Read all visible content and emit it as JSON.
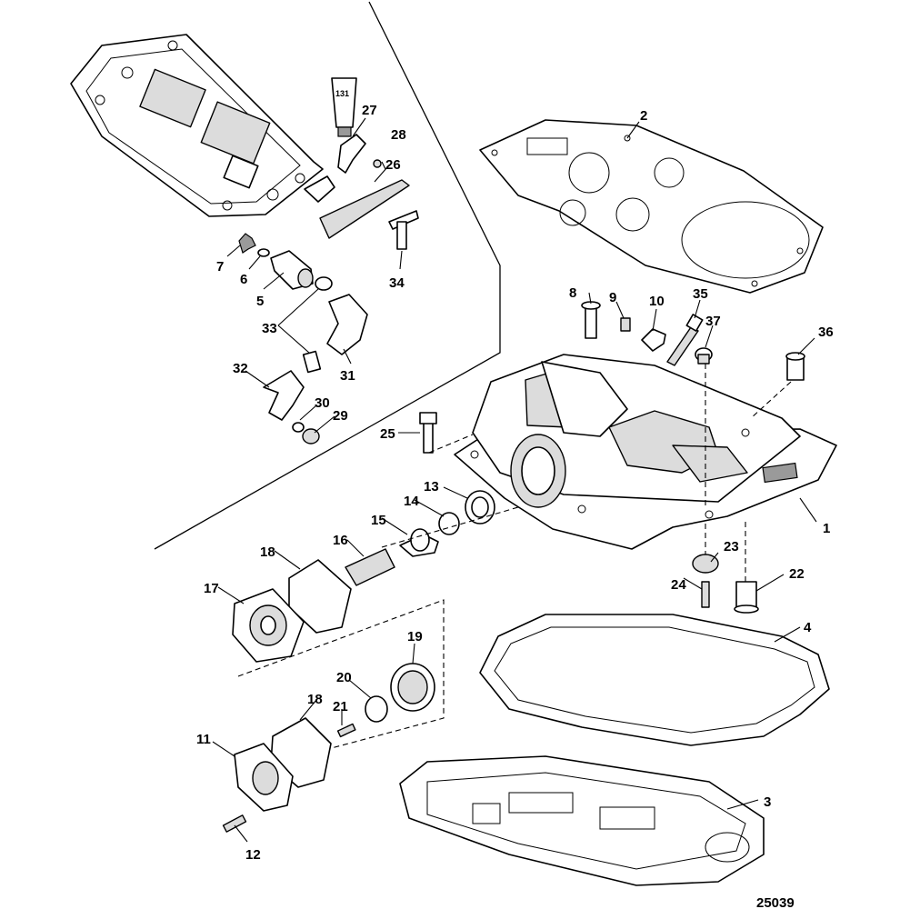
{
  "callouts": [
    {
      "id": "c1",
      "text": "1"
    },
    {
      "id": "c2",
      "text": "2"
    },
    {
      "id": "c3",
      "text": "3"
    },
    {
      "id": "c4",
      "text": "4"
    },
    {
      "id": "c5",
      "text": "5"
    },
    {
      "id": "c6",
      "text": "6"
    },
    {
      "id": "c7",
      "text": "7"
    },
    {
      "id": "c8",
      "text": "8"
    },
    {
      "id": "c9",
      "text": "9"
    },
    {
      "id": "c10",
      "text": "10"
    },
    {
      "id": "c11",
      "text": "11"
    },
    {
      "id": "c12",
      "text": "12"
    },
    {
      "id": "c13",
      "text": "13"
    },
    {
      "id": "c14",
      "text": "14"
    },
    {
      "id": "c15",
      "text": "15"
    },
    {
      "id": "c16",
      "text": "16"
    },
    {
      "id": "c17",
      "text": "17"
    },
    {
      "id": "c18a",
      "text": "18"
    },
    {
      "id": "c18b",
      "text": "18"
    },
    {
      "id": "c19",
      "text": "19"
    },
    {
      "id": "c20",
      "text": "20"
    },
    {
      "id": "c21",
      "text": "21"
    },
    {
      "id": "c22",
      "text": "22"
    },
    {
      "id": "c23",
      "text": "23"
    },
    {
      "id": "c24",
      "text": "24"
    },
    {
      "id": "c25",
      "text": "25"
    },
    {
      "id": "c26",
      "text": "26"
    },
    {
      "id": "c27",
      "text": "27"
    },
    {
      "id": "c28",
      "text": "28"
    },
    {
      "id": "c29",
      "text": "29"
    },
    {
      "id": "c30",
      "text": "30"
    },
    {
      "id": "c31",
      "text": "31"
    },
    {
      "id": "c32",
      "text": "32"
    },
    {
      "id": "c33",
      "text": "33"
    },
    {
      "id": "c34",
      "text": "34"
    },
    {
      "id": "c35",
      "text": "35"
    },
    {
      "id": "c36",
      "text": "36"
    },
    {
      "id": "c37",
      "text": "37"
    }
  ],
  "tube_label": "131",
  "figure_number": "25039"
}
